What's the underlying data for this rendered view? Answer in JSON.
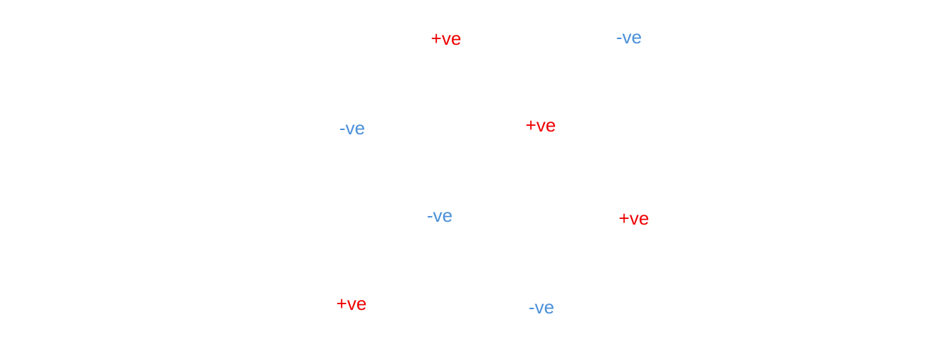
{
  "colors": {
    "positive": "#ee0000",
    "negative": "#4a90d9",
    "background": "#ffffff"
  },
  "labels": [
    {
      "text": "+ve",
      "sign": "positive"
    },
    {
      "text": "-ve",
      "sign": "negative"
    },
    {
      "text": "-ve",
      "sign": "negative"
    },
    {
      "text": "+ve",
      "sign": "positive"
    },
    {
      "text": "-ve",
      "sign": "negative"
    },
    {
      "text": "+ve",
      "sign": "positive"
    },
    {
      "text": "+ve",
      "sign": "positive"
    },
    {
      "text": "-ve",
      "sign": "negative"
    }
  ]
}
